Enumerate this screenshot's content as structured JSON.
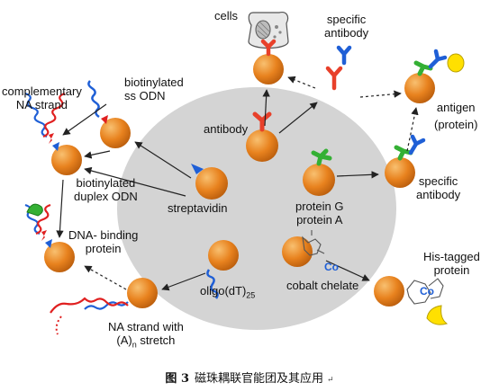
{
  "labels": {
    "cells": "cells",
    "specific_antibody_top_1": "specific",
    "specific_antibody_top_2": "antibody",
    "antibody": "antibody",
    "antigen_1": "antigen",
    "antigen_2": "(protein)",
    "complementary_1": "complementary",
    "complementary_2": "NA strand",
    "biotinylated_ss_1": "biotinylated",
    "biotinylated_ss_2": "ss ODN",
    "biotinylated_duplex_1": "biotinylated",
    "biotinylated_duplex_2": "duplex ODN",
    "streptavidin": "streptavidin",
    "protein_g": "protein G",
    "protein_a": "protein A",
    "specific_antibody_right_1": "specific",
    "specific_antibody_right_2": "antibody",
    "dna_binding_1": "DNA- binding",
    "dna_binding_2": "protein",
    "his_tagged_1": "His-tagged",
    "his_tagged_2": "protein",
    "oligo": "oligo(dT)",
    "oligo_sub": "25",
    "cobalt_chelate": "cobalt chelate",
    "co_symbol_center": "Co",
    "co_symbol_right": "Co",
    "na_strand_1": "NA strand with",
    "na_strand_2a": "(A)",
    "na_strand_2sub": "n",
    "na_strand_2b": " stretch"
  },
  "caption": {
    "figure_number": "图 3",
    "text": "磁珠耦联官能团及其应用",
    "mark": "↵"
  },
  "colors": {
    "bead": "#e8821e",
    "bead_highlight": "#f6b45c",
    "center_disc": "#d4d4d4",
    "antibody_red": "#e8402a",
    "antibody_blue": "#1f5fd6",
    "protein_green": "#34b034",
    "dna_red": "#e02020",
    "dna_blue": "#1f5fd6",
    "antigen_yellow": "#ffe000",
    "arrow": "#222222"
  }
}
